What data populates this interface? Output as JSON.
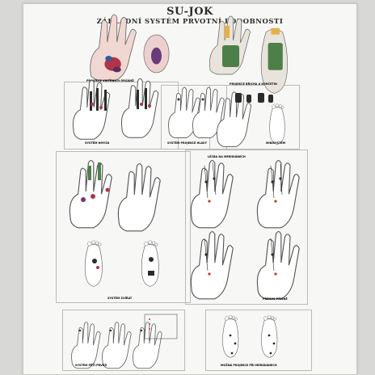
{
  "poster": {
    "title": "SU-JOK",
    "subtitle": "ZÁKLADNÍ SYSTÉM PRVOTNÍ PODOBNOSTI"
  },
  "captions": {
    "hand_projection": "PROJEKCE VNITŘNÍCH ORGÁNŮ",
    "hand_foot_projection": "PROJEKCE BŘICHA A KONČETIN",
    "insect_system": "SYSTÉM HMYZU",
    "head_projection": "SYSTÉM PROJEKCE HLAVY",
    "mini_system": "MINISYSTÉM",
    "animal_system": "SYSTÉM ZVÍŘAT",
    "meridians_title": "LÉČBA NA MERIDIÁNECH",
    "meridians_note": "PŘENOS PŘÍSNĚ",
    "five_elements_left": "SYSTÉM PĚTI PRVKŮ",
    "five_elements_right": "MOŽNÁ PROJEKCE PŘI MERIDIÁNECH"
  },
  "colors": {
    "paper": "#f7f7f5",
    "skin_outline": "#555555",
    "accent_red": "#c0392b",
    "accent_blue": "#2c5d9e",
    "accent_green": "#3f7f3f",
    "accent_purple": "#6a3a7a"
  }
}
